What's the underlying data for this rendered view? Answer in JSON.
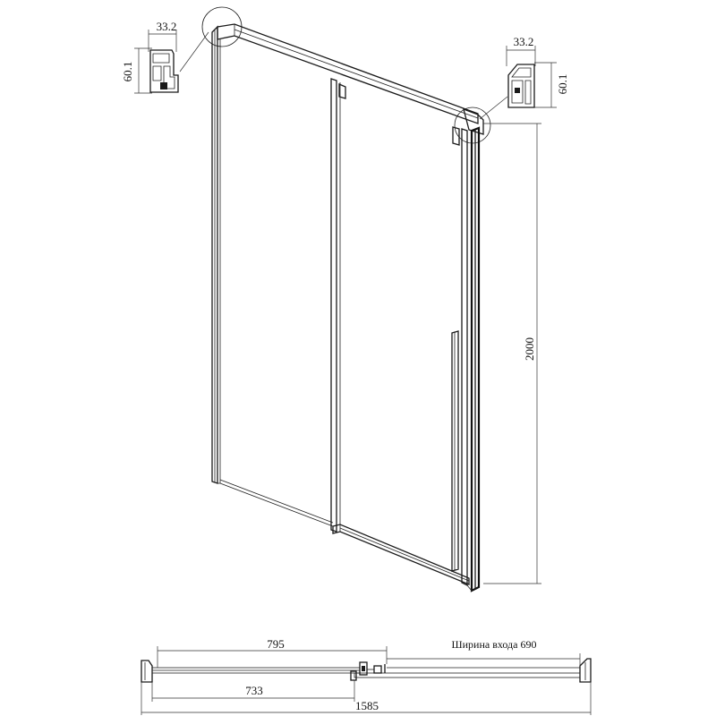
{
  "dimensions": {
    "left_profile_width": "33.2",
    "left_profile_height": "60.1",
    "right_profile_width": "33.2",
    "right_profile_height": "60.1",
    "door_height": "2000",
    "fixed_panel_width": "795",
    "entry_width": "Ширина входа 690",
    "inner_width": "733",
    "total_width": "1585"
  },
  "colors": {
    "line": "#1a1a1a",
    "background": "#ffffff"
  }
}
